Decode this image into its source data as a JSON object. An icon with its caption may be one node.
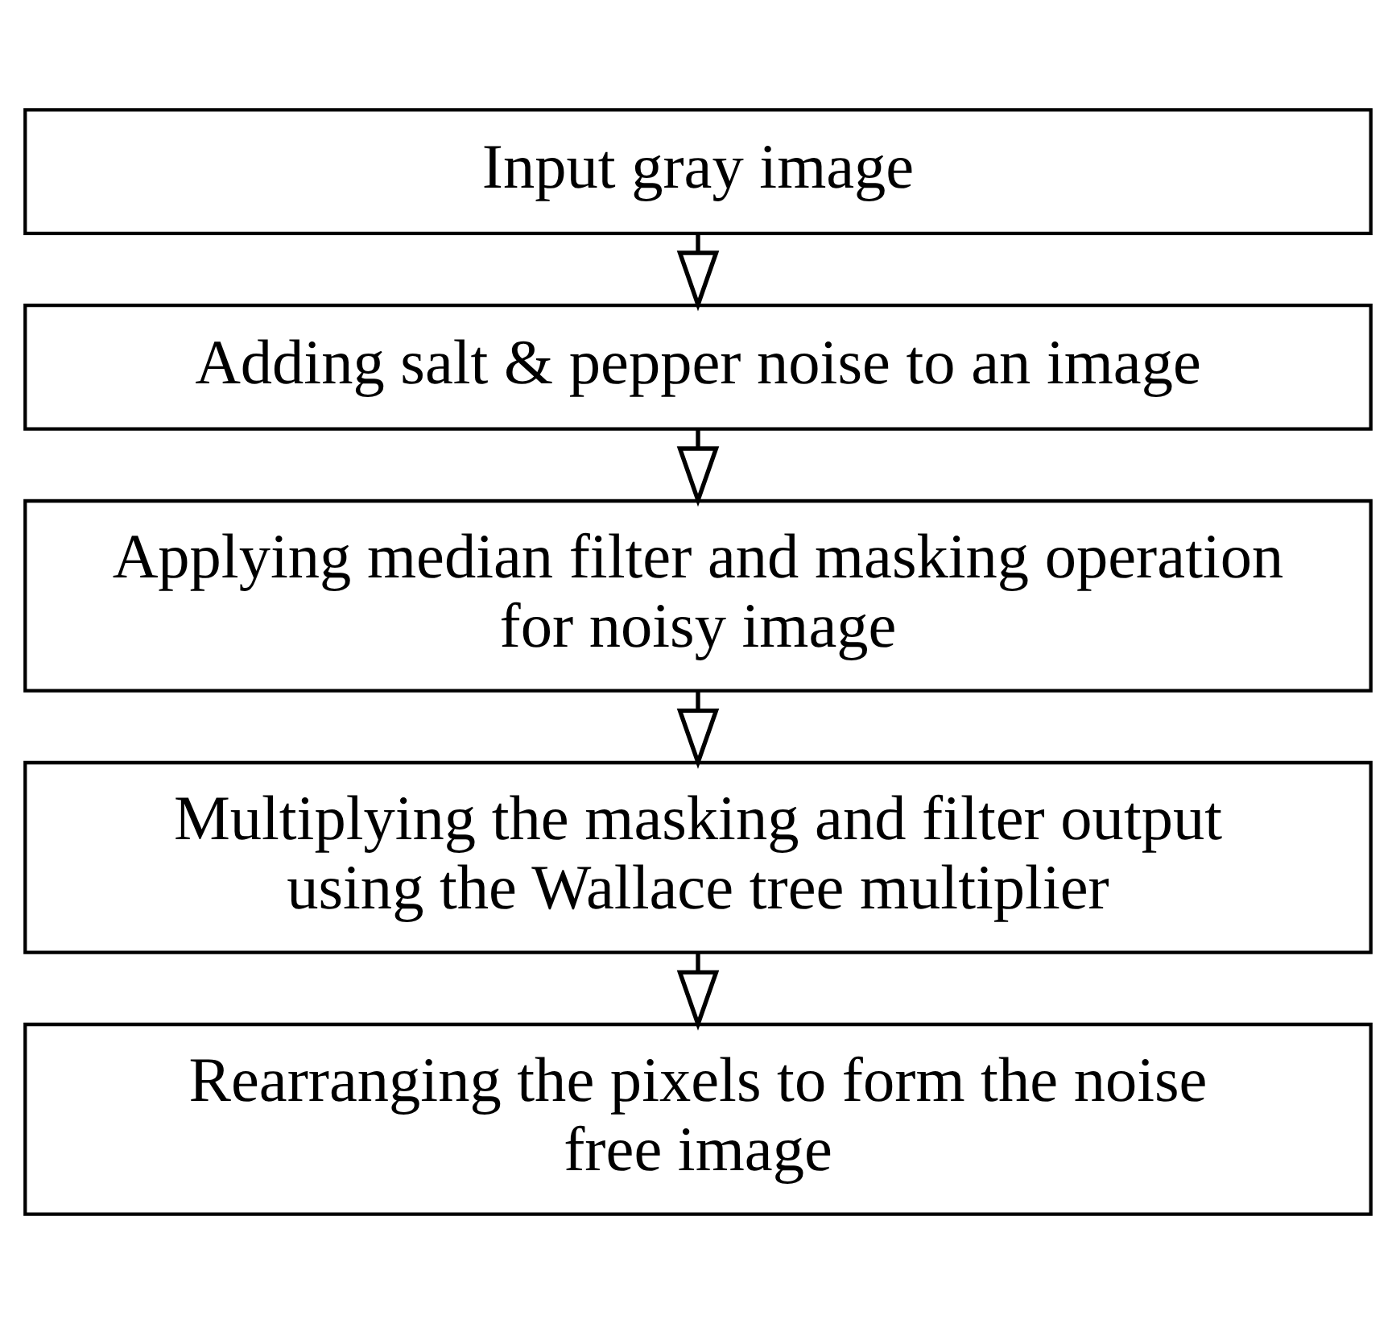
{
  "diagram": {
    "nodes": [
      {
        "text": [
          "Input gray image"
        ]
      },
      {
        "text": [
          "Adding salt & pepper noise to an image"
        ]
      },
      {
        "text": [
          "Applying median filter and masking operation for noisy image"
        ]
      },
      {
        "text": [
          "Multiplying the masking and filter output using the Wallace tree multiplier"
        ]
      },
      {
        "text": [
          "Rearranging the pixels to form the noise free image"
        ]
      }
    ],
    "edges": [
      {
        "from": 0,
        "to": 1,
        "arrow": "to"
      },
      {
        "from": 1,
        "to": 2,
        "arrow": "to"
      },
      {
        "from": 2,
        "to": 3,
        "arrow": "to"
      },
      {
        "from": 3,
        "to": 4,
        "arrow": "to"
      }
    ]
  }
}
